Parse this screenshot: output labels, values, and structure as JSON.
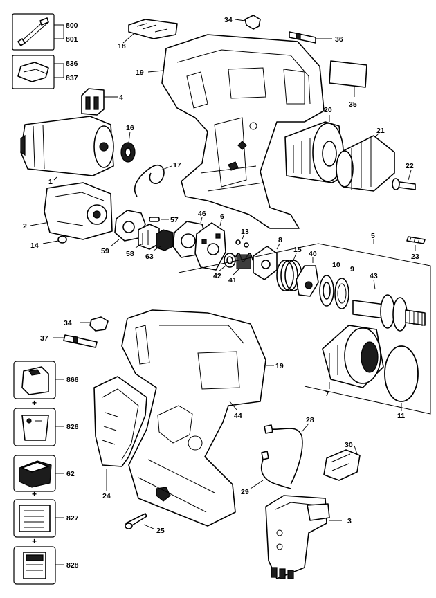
{
  "diagram": {
    "callouts": [
      {
        "id": "800",
        "text": "800"
      },
      {
        "id": "801",
        "text": "801"
      },
      {
        "id": "836",
        "text": "836"
      },
      {
        "id": "837",
        "text": "837"
      },
      {
        "id": "4",
        "text": "4"
      },
      {
        "id": "16",
        "text": "16"
      },
      {
        "id": "17",
        "text": "17"
      },
      {
        "id": "1",
        "text": "1"
      },
      {
        "id": "2",
        "text": "2"
      },
      {
        "id": "14",
        "text": "14"
      },
      {
        "id": "57",
        "text": "57"
      },
      {
        "id": "59",
        "text": "59"
      },
      {
        "id": "58",
        "text": "58"
      },
      {
        "id": "63",
        "text": "63"
      },
      {
        "id": "46",
        "text": "46"
      },
      {
        "id": "6",
        "text": "6"
      },
      {
        "id": "13",
        "text": "13"
      },
      {
        "id": "42",
        "text": "42"
      },
      {
        "id": "41",
        "text": "41"
      },
      {
        "id": "8",
        "text": "8"
      },
      {
        "id": "15",
        "text": "15"
      },
      {
        "id": "40",
        "text": "40"
      },
      {
        "id": "10",
        "text": "10"
      },
      {
        "id": "9",
        "text": "9"
      },
      {
        "id": "43",
        "text": "43"
      },
      {
        "id": "5",
        "text": "5"
      },
      {
        "id": "23",
        "text": "23"
      },
      {
        "id": "34a",
        "text": "34"
      },
      {
        "id": "18",
        "text": "18"
      },
      {
        "id": "36",
        "text": "36"
      },
      {
        "id": "19a",
        "text": "19"
      },
      {
        "id": "35",
        "text": "35"
      },
      {
        "id": "20",
        "text": "20"
      },
      {
        "id": "21",
        "text": "21"
      },
      {
        "id": "22",
        "text": "22"
      },
      {
        "id": "34b",
        "text": "34"
      },
      {
        "id": "37",
        "text": "37"
      },
      {
        "id": "19b",
        "text": "19"
      },
      {
        "id": "7",
        "text": "7"
      },
      {
        "id": "11",
        "text": "11"
      },
      {
        "id": "866",
        "text": "866"
      },
      {
        "id": "826",
        "text": "826"
      },
      {
        "id": "44",
        "text": "44"
      },
      {
        "id": "62",
        "text": "62"
      },
      {
        "id": "24",
        "text": "24"
      },
      {
        "id": "28",
        "text": "28"
      },
      {
        "id": "30",
        "text": "30"
      },
      {
        "id": "827",
        "text": "827"
      },
      {
        "id": "29",
        "text": "29"
      },
      {
        "id": "3",
        "text": "3"
      },
      {
        "id": "25",
        "text": "25"
      },
      {
        "id": "828",
        "text": "828"
      }
    ],
    "plus_signs": [
      "+",
      "+",
      "+"
    ]
  }
}
